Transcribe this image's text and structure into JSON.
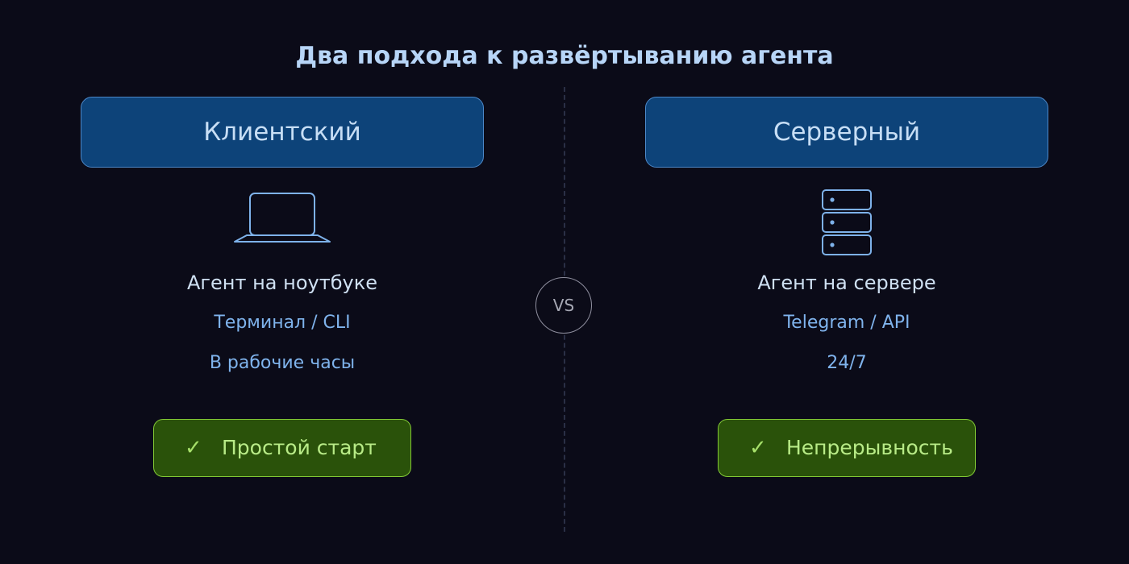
{
  "title": "Два подхода к развёртыванию агента",
  "vs_label": "VS",
  "columns": [
    {
      "heading": "Клиентский",
      "icon": "laptop-icon",
      "line1": "Агент на ноутбуке",
      "line2": "Терминал / CLI",
      "line3": "В рабочие часы",
      "badge_check": "✓",
      "badge": "Простой старт"
    },
    {
      "heading": "Серверный",
      "icon": "server-icon",
      "line1": "Агент на сервере",
      "line2": "Telegram / API",
      "line3": "24/7",
      "badge_check": "✓",
      "badge": "Непрерывность"
    }
  ],
  "colors": {
    "background": "#0b0b18",
    "header_fill": "#0d4379",
    "header_border": "#4d88c8",
    "badge_fill": "#2a520a",
    "badge_border": "#82c935",
    "accent_text": "#7fb3ec",
    "icon_stroke": "#7eb2ea"
  }
}
